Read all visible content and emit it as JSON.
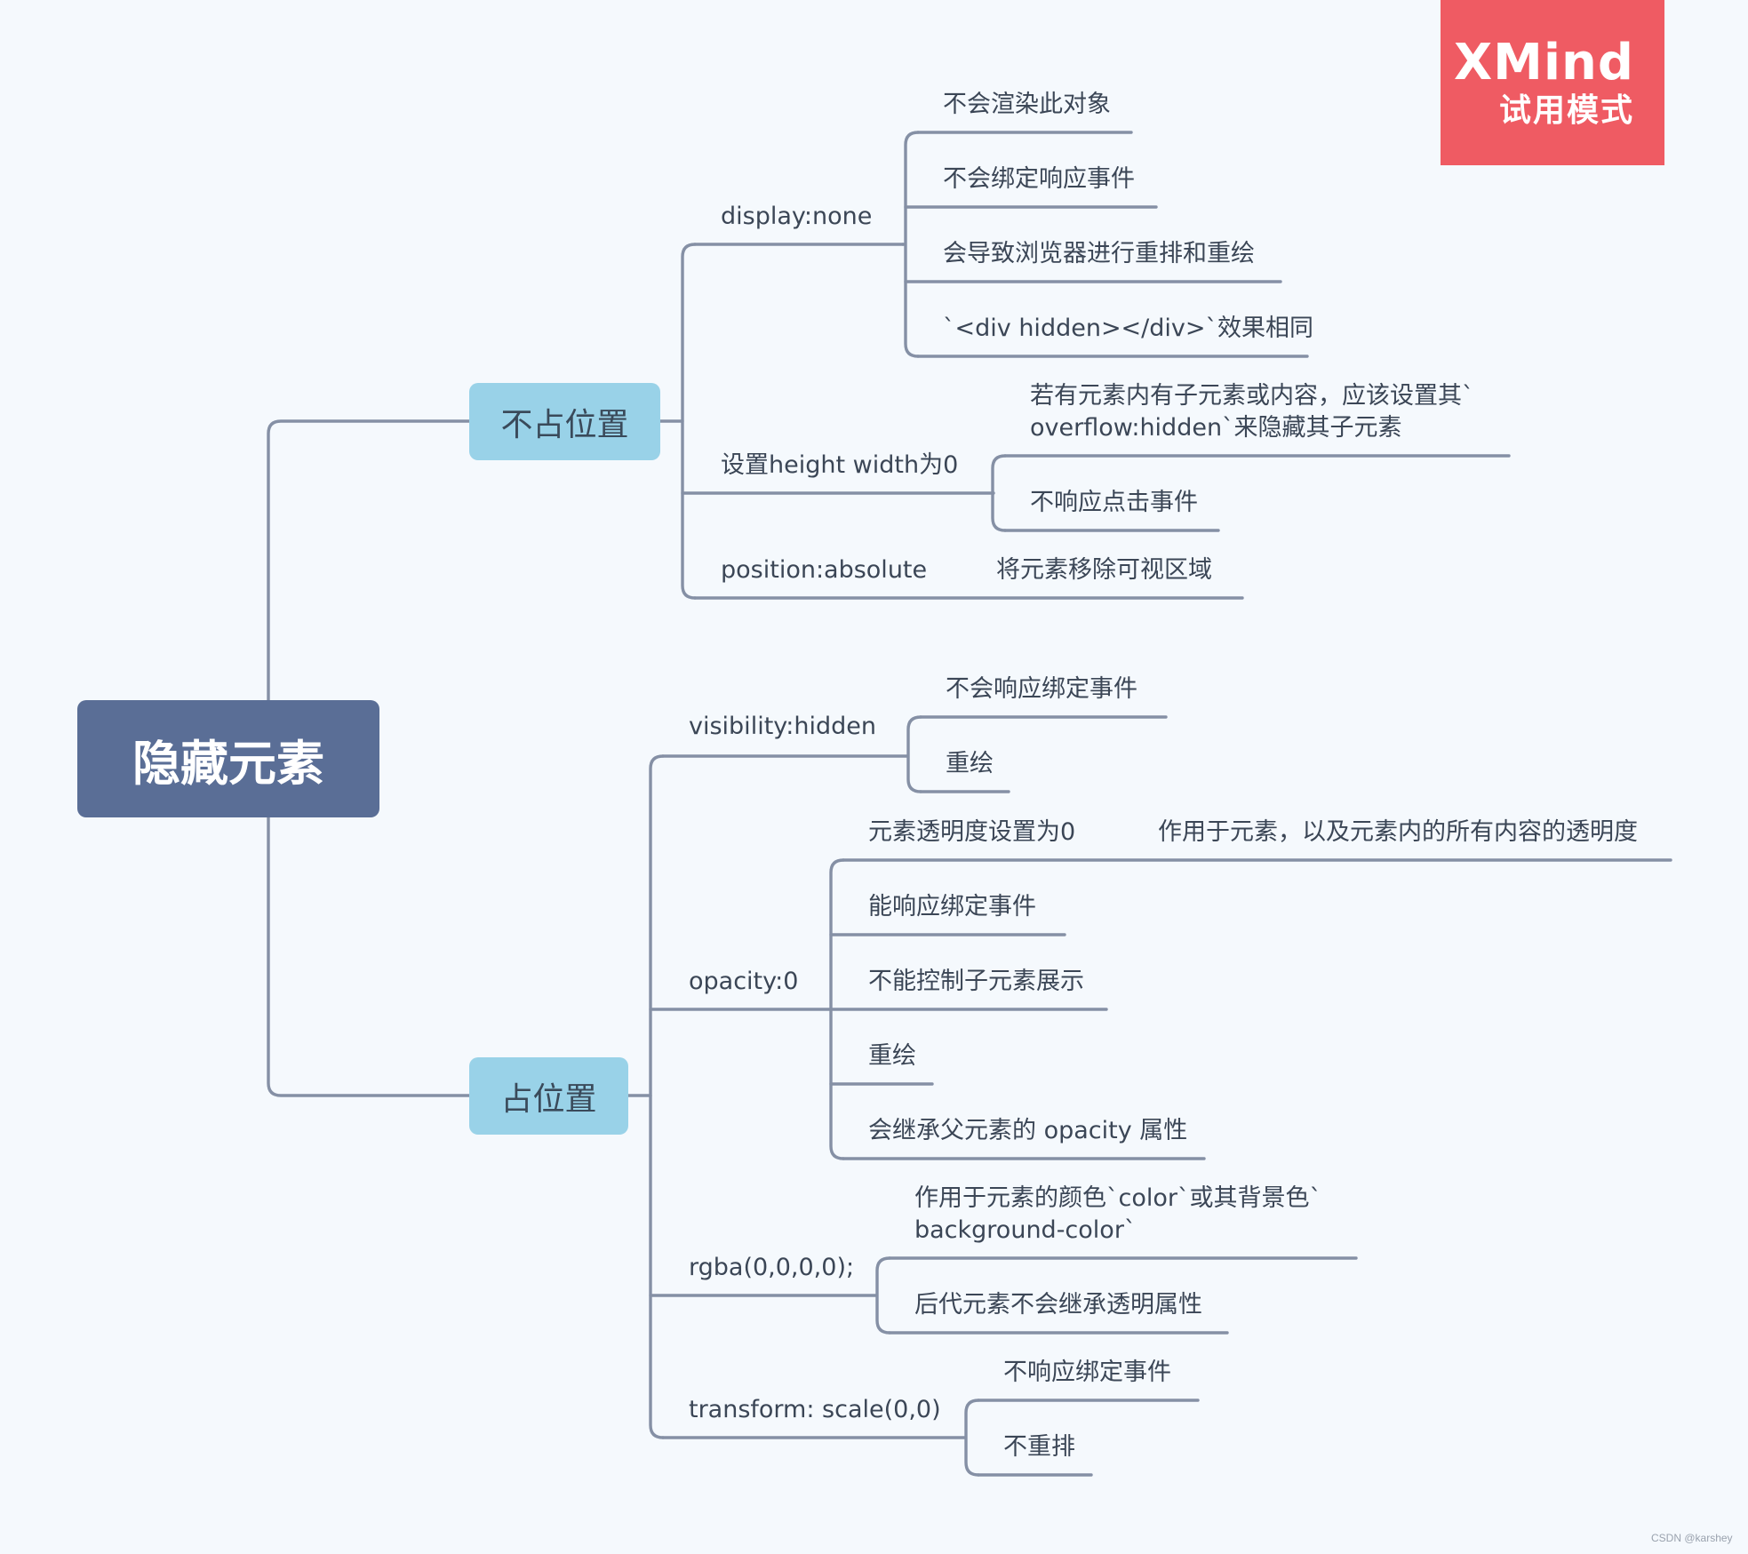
{
  "badge": {
    "brand": "XMind",
    "mode": "试用模式"
  },
  "credit": "CSDN @karshey",
  "colors": {
    "root": "#5a6e96",
    "main": "#99d2e8",
    "line": "#8590a5",
    "badge": "#ef5b63",
    "background": "#f5f9fd"
  },
  "root": "隐藏元素",
  "not_occupy": {
    "label": "不占位置",
    "display_none": {
      "label": "display:none",
      "children": [
        "不会渲染此对象",
        "不会绑定响应事件",
        "会导致浏览器进行重排和重绘",
        "`<div hidden></div>`效果相同"
      ]
    },
    "size_zero": {
      "label": "设置height width为0",
      "children": [
        "若有元素内有子元素或内容，应该设置其`",
        "overflow:hidden`来隐藏其子元素",
        "不响应点击事件"
      ]
    },
    "position_absolute": {
      "label": "position:absolute",
      "children": [
        "将元素移除可视区域"
      ]
    }
  },
  "occupy": {
    "label": "占位置",
    "visibility_hidden": {
      "label": "visibility:hidden",
      "children": [
        "不会响应绑定事件",
        "重绘"
      ]
    },
    "opacity": {
      "label": "opacity:0",
      "transparency": {
        "label": "元素透明度设置为0",
        "child": "作用于元素，以及元素内的所有内容的透明度"
      },
      "children": [
        "能响应绑定事件",
        "不能控制子元素展示",
        "重绘",
        "会继承父元素的 opacity 属性"
      ]
    },
    "rgba": {
      "label": "rgba(0,0,0,0);",
      "children": [
        "作用于元素的颜色`color`或其背景色`",
        "background-color`",
        "后代元素不会继承透明属性"
      ]
    },
    "transform": {
      "label": "transform: scale(0,0)",
      "children": [
        "不响应绑定事件",
        "不重排"
      ]
    }
  }
}
